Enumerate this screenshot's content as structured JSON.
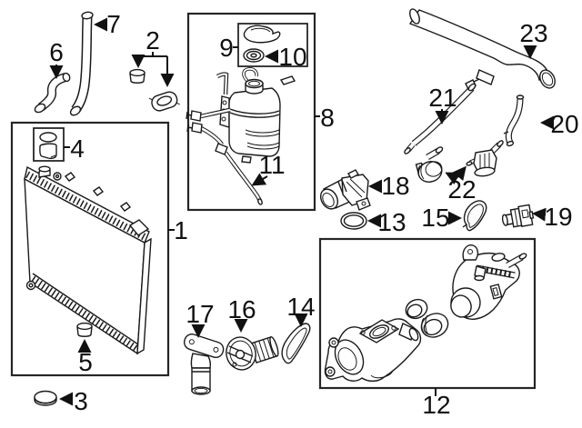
{
  "colors": {
    "background": "#ffffff",
    "line_art": "#1a1a1a",
    "label_text": "#111111"
  },
  "callouts": {
    "c1": {
      "label": "1"
    },
    "c2": {
      "label": "2"
    },
    "c3": {
      "label": "3"
    },
    "c4": {
      "label": "4"
    },
    "c5": {
      "label": "5"
    },
    "c6": {
      "label": "6"
    },
    "c7": {
      "label": "7"
    },
    "c8": {
      "label": "8"
    },
    "c9": {
      "label": "9"
    },
    "c10": {
      "label": "10"
    },
    "c11": {
      "label": "11"
    },
    "c12": {
      "label": "12"
    },
    "c13": {
      "label": "13"
    },
    "c14": {
      "label": "14"
    },
    "c15": {
      "label": "15"
    },
    "c16": {
      "label": "16"
    },
    "c17": {
      "label": "17"
    },
    "c18": {
      "label": "18"
    },
    "c19": {
      "label": "19"
    },
    "c20": {
      "label": "20"
    },
    "c21": {
      "label": "21"
    },
    "c22": {
      "label": "22"
    },
    "c23": {
      "label": "23"
    }
  }
}
